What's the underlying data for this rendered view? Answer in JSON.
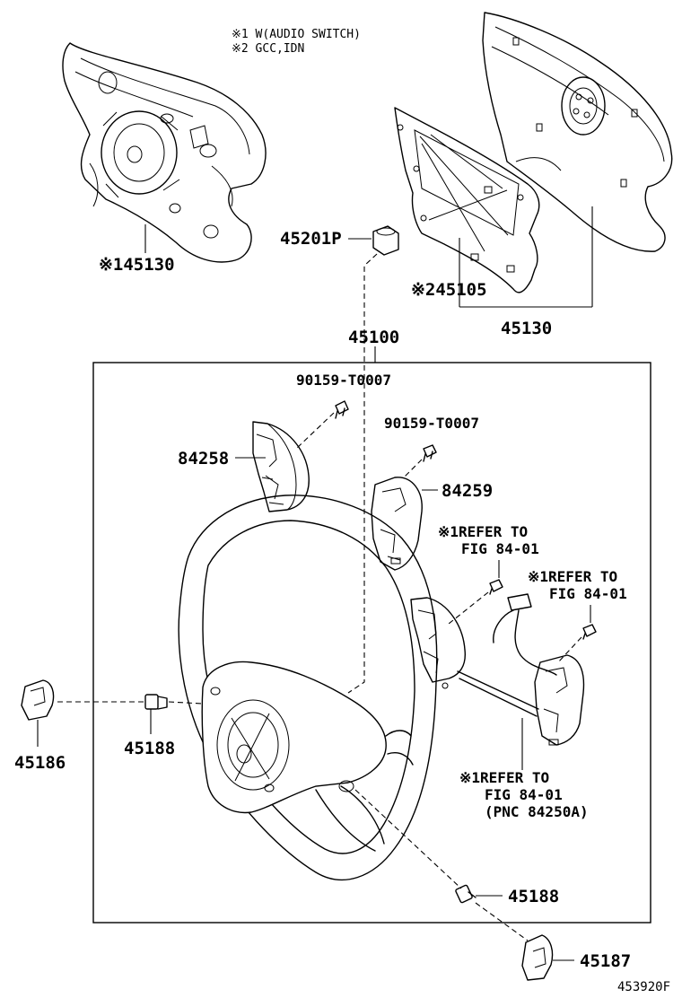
{
  "notes": {
    "note1": "※1 W(AUDIO SWITCH)",
    "note2": "※2 GCC,IDN"
  },
  "labels": {
    "p45130_left": "※145130",
    "p45201p": "45201P",
    "p45105": "※245105",
    "p45130_right": "45130",
    "p45100": "45100",
    "p90159_a": "90159-T0007",
    "p84258": "84258",
    "p90159_b": "90159-T0007",
    "p84259": "84259",
    "ref1_l1": "※1REFER TO",
    "ref1_l2": "FIG 84-01",
    "ref2_l1": "※1REFER TO",
    "ref2_l2": "FIG 84-01",
    "p45186": "45186",
    "p45188_left": "45188",
    "ref3_l1": "※1REFER TO",
    "ref3_l2": "FIG 84-01",
    "ref3_l3": "(PNC 84250A)",
    "p45188_bottom": "45188",
    "p45187": "45187",
    "fig_code": "453920F"
  }
}
